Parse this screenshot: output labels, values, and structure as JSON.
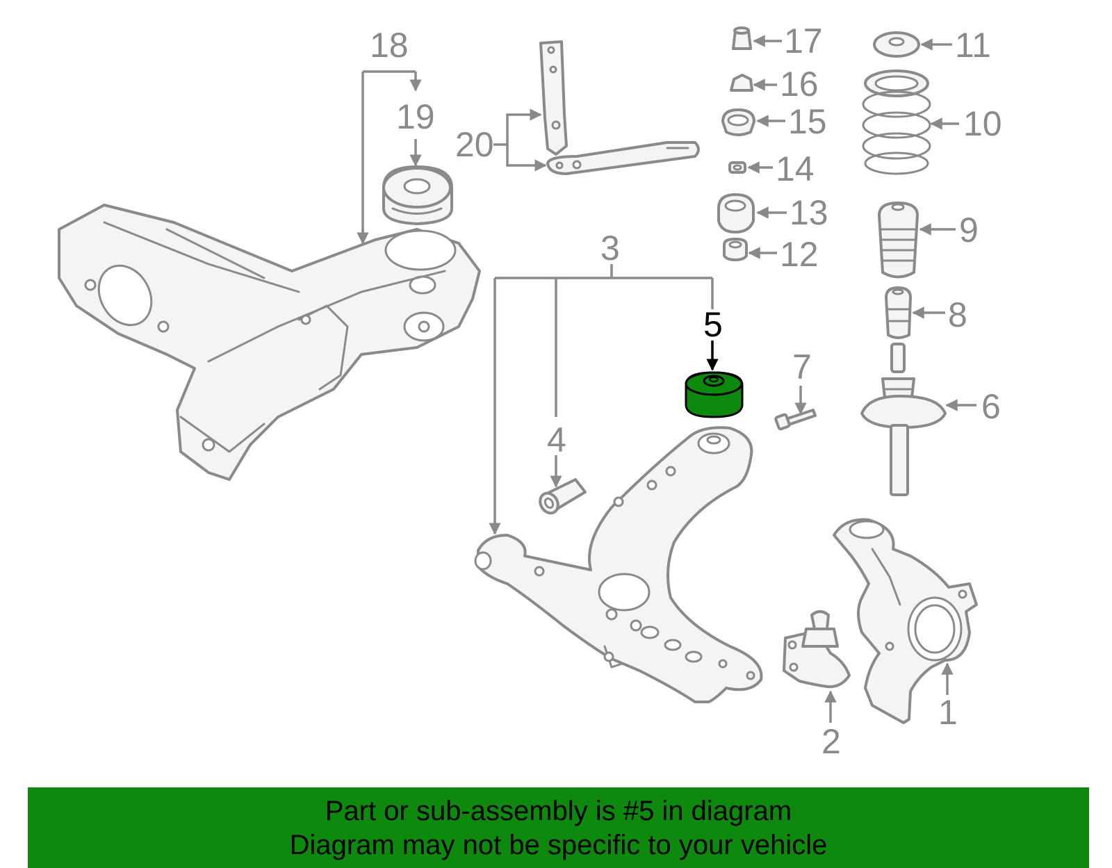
{
  "diagram": {
    "highlight_color": "#0d8a0d",
    "line_color": "#8a8a8a",
    "highlighted_part": "5",
    "callouts": [
      "1",
      "2",
      "3",
      "4",
      "5",
      "6",
      "7",
      "8",
      "9",
      "10",
      "11",
      "12",
      "13",
      "14",
      "15",
      "16",
      "17",
      "18",
      "19",
      "20"
    ]
  },
  "banner": {
    "background": "#0d8a0d",
    "line1": "Part or sub-assembly is #5 in diagram",
    "line2": "Diagram may not be specific to your vehicle"
  }
}
